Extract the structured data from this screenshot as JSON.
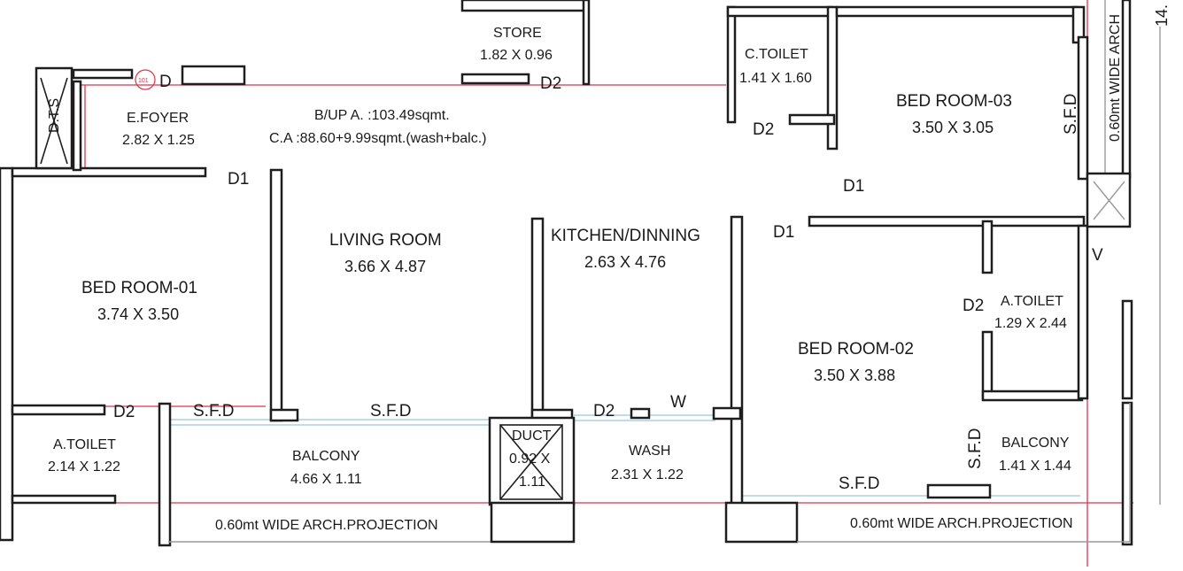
{
  "rooms": {
    "store": {
      "name": "STORE",
      "dim": "1.82 X 0.96"
    },
    "ctoilet": {
      "name": "C.TOILET",
      "dim": "1.41 X 1.60"
    },
    "foyer": {
      "name": "E.FOYER",
      "dim": "2.82 X 1.25"
    },
    "bed01": {
      "name": "BED ROOM-01",
      "dim": "3.74 X 3.50"
    },
    "living": {
      "name": "LIVING ROOM",
      "dim": "3.66 X 4.87"
    },
    "kitchen": {
      "name": "KITCHEN/DINNING",
      "dim": "2.63 X 4.76"
    },
    "bed02": {
      "name": "BED ROOM-02",
      "dim": "3.50 X 3.88"
    },
    "bed03": {
      "name": "BED ROOM-03",
      "dim": "3.50 X 3.05"
    },
    "atoilet1": {
      "name": "A.TOILET",
      "dim": "2.14 X 1.22"
    },
    "atoilet2": {
      "name": "A.TOILET",
      "dim": "1.29 X 2.44"
    },
    "balcony1": {
      "name": "BALCONY",
      "dim": "4.66 X 1.11"
    },
    "balcony2": {
      "name": "BALCONY",
      "dim": "1.41 X 1.44"
    },
    "wash": {
      "name": "WASH",
      "dim": "2.31 X 1.22"
    },
    "duct": {
      "name": "DUCT",
      "dim_a": "0.92 X",
      "dim_b": "1.11"
    }
  },
  "area": {
    "builtup": "B/UP A. :103.49sqmt.",
    "carpet": "C.A :88.60+9.99sqmt.(wash+balc.)"
  },
  "projection": {
    "left": "0.60mt WIDE ARCH.PROJECTION",
    "right": "0.60mt WIDE ARCH.PROJECTION",
    "vertical": "0.60mt WIDE ARCH"
  },
  "doors": {
    "d": "D",
    "d1": "D1",
    "d2": "D2",
    "w": "W",
    "v": "V",
    "sfd": "S.F.D",
    "dts": "D.T.S"
  },
  "dimension_mark": "14.",
  "unit_badge": "101"
}
